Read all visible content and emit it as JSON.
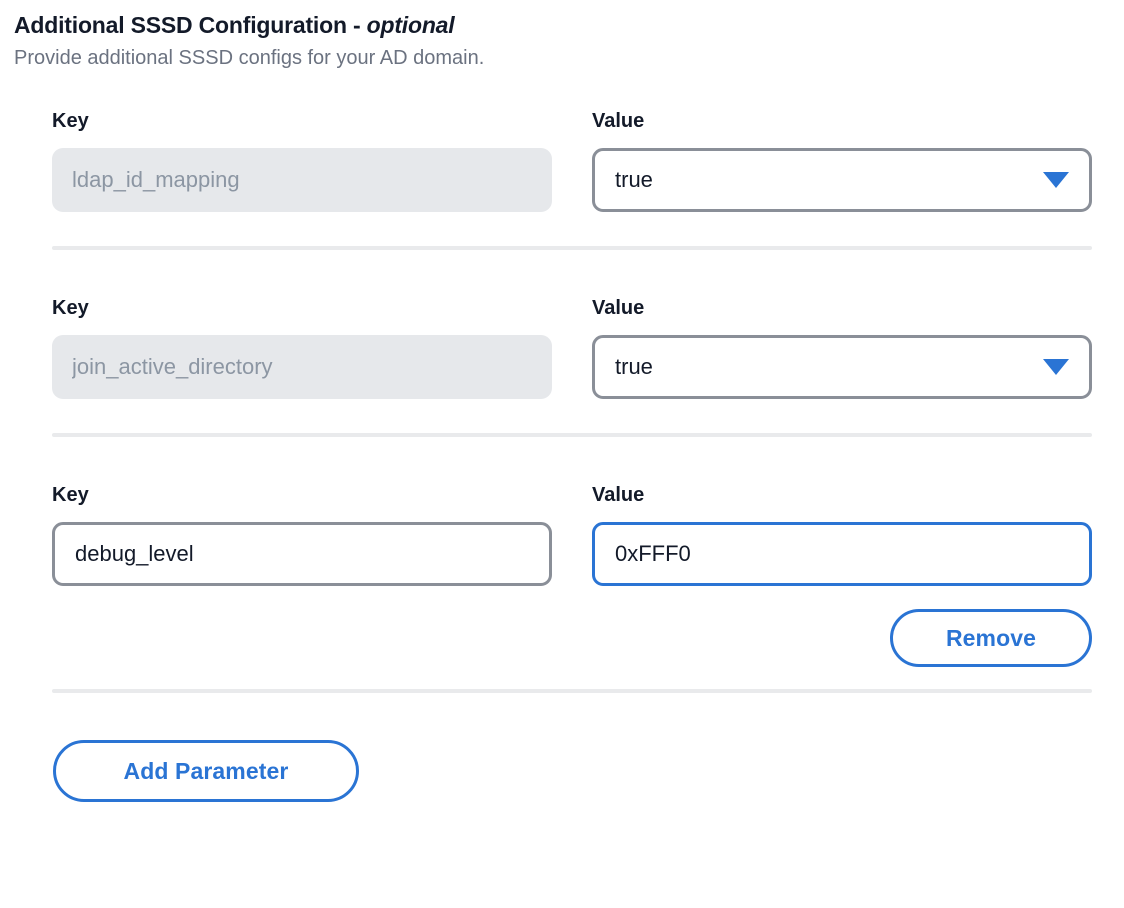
{
  "header": {
    "title_main": "Additional SSSD Configuration",
    "title_separator": " - ",
    "title_optional": "optional",
    "subtitle": "Provide additional SSSD configs for your AD domain."
  },
  "labels": {
    "key": "Key",
    "value": "Value"
  },
  "parameters": [
    {
      "key": {
        "text": "ldap_id_mapping",
        "state": "disabled",
        "control": "text-input"
      },
      "value": {
        "text": "true",
        "state": "default",
        "control": "select",
        "icon": "chevron-down-icon"
      },
      "has_remove": false
    },
    {
      "key": {
        "text": "join_active_directory",
        "state": "disabled",
        "control": "text-input"
      },
      "value": {
        "text": "true",
        "state": "default",
        "control": "select",
        "icon": "chevron-down-icon"
      },
      "has_remove": false
    },
    {
      "key": {
        "text": "debug_level",
        "state": "enabled",
        "control": "text-input"
      },
      "value": {
        "text": "0xFFF0",
        "state": "focused",
        "control": "text-input"
      },
      "has_remove": true
    }
  ],
  "buttons": {
    "remove": "Remove",
    "add_parameter": "Add Parameter"
  },
  "colors": {
    "accent_blue": "#2a74d4",
    "text_dark": "#131a29",
    "text_muted": "#6b7280",
    "disabled_bg": "#e6e8eb",
    "disabled_text": "#8c96a3",
    "border_gray": "#8a8f98",
    "divider": "#e9eaec"
  }
}
